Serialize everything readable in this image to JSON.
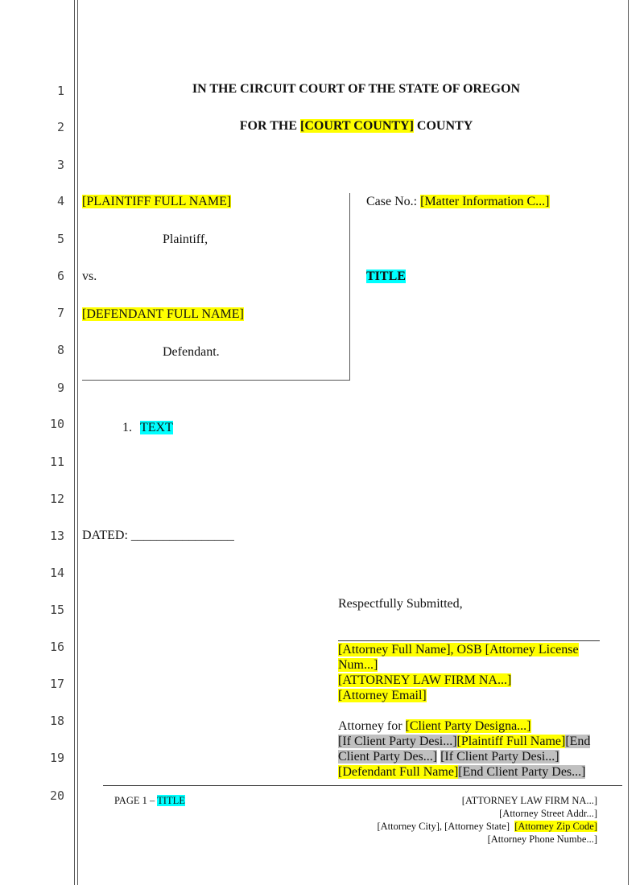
{
  "line_numbers": [
    "1",
    "2",
    "3",
    "4",
    "5",
    "6",
    "7",
    "8",
    "9",
    "10",
    "11",
    "12",
    "13",
    "14",
    "15",
    "16",
    "17",
    "18",
    "19",
    "20"
  ],
  "caption": {
    "court_line": "IN THE CIRCUIT COURT OF THE STATE OF OREGON",
    "county_prefix": "FOR THE ",
    "county_field": "[COURT COUNTY]",
    "county_suffix": " COUNTY"
  },
  "parties": {
    "plaintiff_name": "[PLAINTIFF FULL NAME]",
    "plaintiff_label": "Plaintiff,",
    "vs": "vs.",
    "defendant_name": "[DEFENDANT FULL NAME]",
    "defendant_label": "Defendant."
  },
  "case": {
    "case_no_label": "Case No.: ",
    "case_no_field": "[Matter Information C...]",
    "title": "TITLE"
  },
  "body": {
    "item_number": "1.",
    "item_text": "TEXT",
    "dated_label": "DATED: ",
    "dated_blank": "________________"
  },
  "signature": {
    "closing": "Respectfully Submitted,",
    "attorney_name": "[Attorney Full Name]",
    "osb_label": ", OSB ",
    "license_num": "[Attorney License Num...]",
    "firm_name": "[ATTORNEY LAW FIRM NA...]",
    "email": "[Attorney Email]",
    "attorney_for": "Attorney for ",
    "client_party": "[Client Party Designa...]",
    "cond1": "[If Client Party Desi...]",
    "plaintiff_full": "[Plaintiff Full Name]",
    "end1": "[End Client Party Des...]",
    "cond2": "[If Client Party Desi...]",
    "defendant_full": "[Defendant Full Name]",
    "end2": "[End Client Party Des...]"
  },
  "footer": {
    "page_label": "PAGE 1 – ",
    "page_title": "TITLE",
    "firm": "[ATTORNEY LAW FIRM NA...]",
    "street": "[Attorney Street Addr...]",
    "city_state": "[Attorney City], [Attorney State]",
    "zip": "[Attorney Zip Code]",
    "phone": "[Attorney Phone Numbe...]"
  },
  "colors": {
    "field_highlight": "#ffff00",
    "title_highlight": "#00ffff",
    "conditional_highlight": "#c0c0c0"
  }
}
